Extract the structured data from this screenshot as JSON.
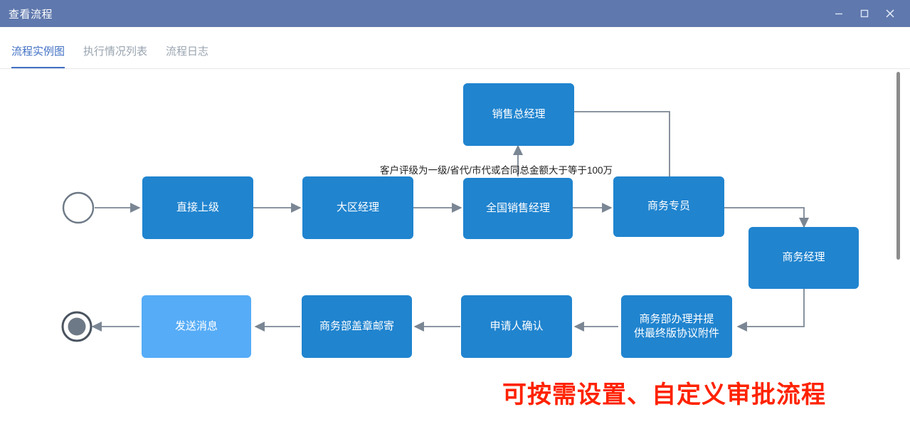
{
  "window": {
    "title": "查看流程",
    "controls": [
      {
        "name": "minimize",
        "icon": "minimize-icon"
      },
      {
        "name": "maximize",
        "icon": "maximize-icon"
      },
      {
        "name": "close",
        "icon": "close-icon"
      }
    ]
  },
  "tabs": [
    {
      "label": "流程实例图",
      "active": true
    },
    {
      "label": "执行情况列表",
      "active": false
    },
    {
      "label": "流程日志",
      "active": false
    }
  ],
  "diagram": {
    "start_node": "start-event",
    "end_node": "end-event",
    "nodes": [
      {
        "id": "n1",
        "label": "直接上级"
      },
      {
        "id": "n2",
        "label": "大区经理"
      },
      {
        "id": "n3",
        "label": "全国销售经理"
      },
      {
        "id": "n4",
        "label": "销售总经理"
      },
      {
        "id": "n5",
        "label": "商务专员"
      },
      {
        "id": "n6",
        "label": "商务经理"
      },
      {
        "id": "n7",
        "label": "商务部办理并提\n供最终版协议附件"
      },
      {
        "id": "n8",
        "label": "申请人确认"
      },
      {
        "id": "n9",
        "label": "商务部盖章邮寄"
      },
      {
        "id": "n10",
        "label": "发送消息"
      }
    ],
    "edge_labels": [
      {
        "id": "e1",
        "text": "客户评级为一级/省代/市代或合同总金额大于等于100万"
      }
    ],
    "annotation": "可按需设置、自定义审批流程",
    "colors": {
      "node": "#2084cf",
      "node_light": "#56acf7",
      "connector": "#7b8694",
      "annotation": "#ff2200",
      "titlebar": "#5f78ad",
      "tab_active": "#4170c4"
    }
  }
}
